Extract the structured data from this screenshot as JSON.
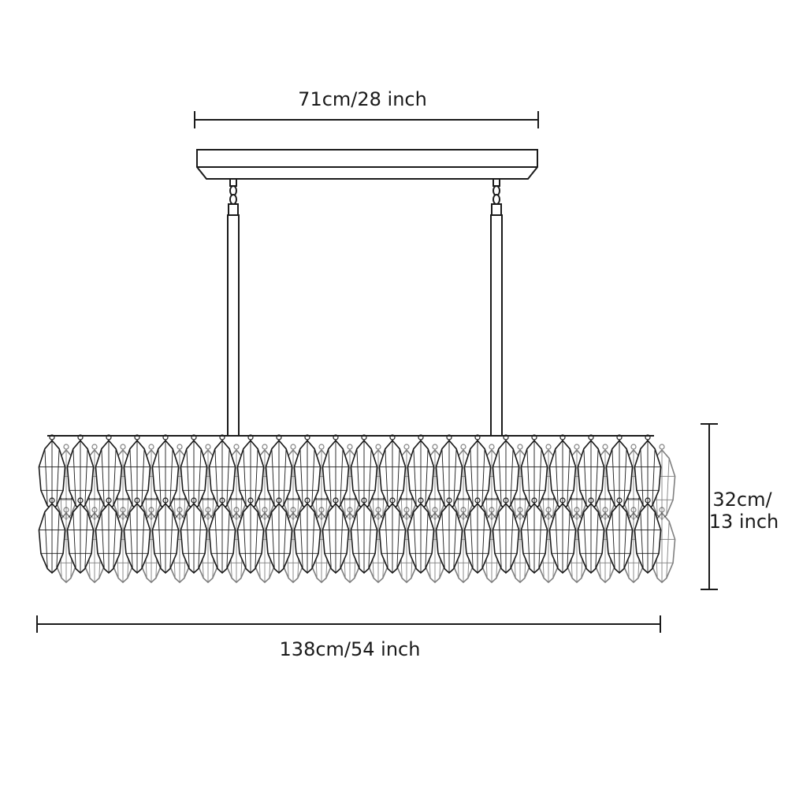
{
  "dimensions": {
    "canopy_width": "71cm/28 inch",
    "total_width": "138cm/54 inch",
    "height_line1": "32cm/",
    "height_line2": "13 inch"
  },
  "colors": {
    "line": "#1a1a1a",
    "crystal_fill": "#ffffff"
  },
  "crystal_rows": 2,
  "crystals_per_row": 22
}
